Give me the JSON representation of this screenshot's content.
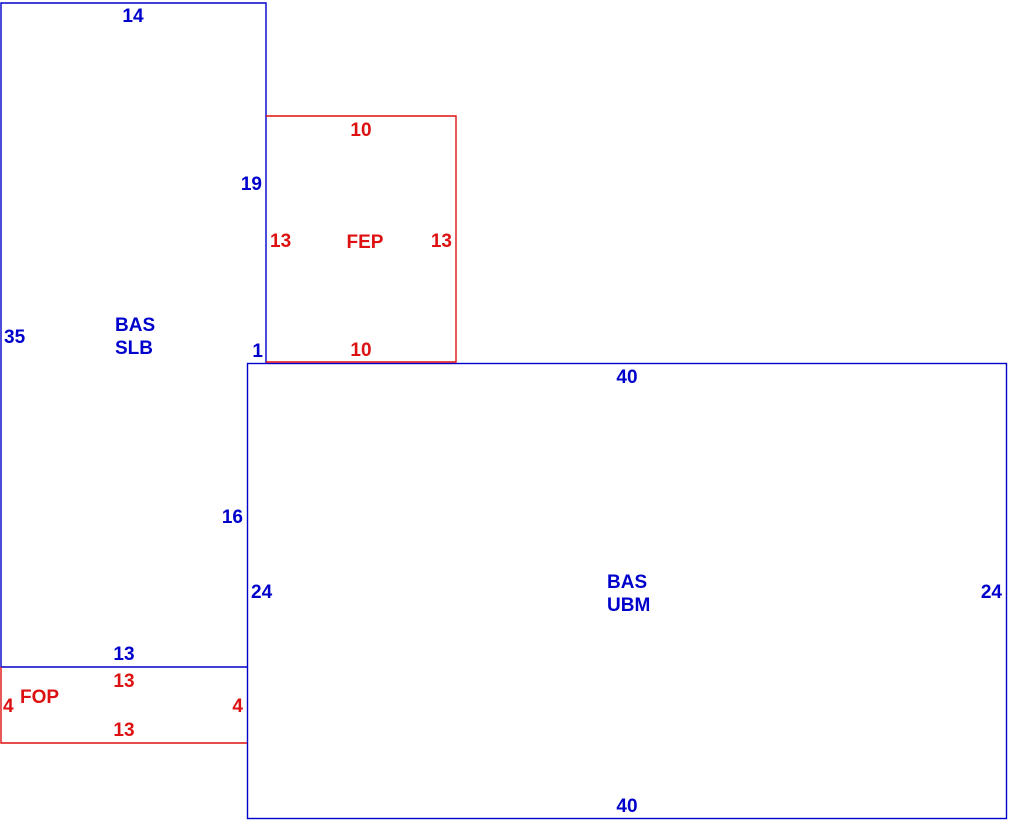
{
  "colors": {
    "living_area": "#0000cc",
    "porch": "#dd1111",
    "background": "#ffffff"
  },
  "slb": {
    "label_line1": "BAS",
    "label_line2": "SLB",
    "dim_top": "14",
    "dim_left": "35",
    "dim_right_upper": "19",
    "dim_right_step": "1",
    "dim_right_lower": "16",
    "dim_bottom": "13"
  },
  "fep": {
    "label": "FEP",
    "dim_top": "10",
    "dim_bottom": "10",
    "dim_left": "13",
    "dim_right": "13"
  },
  "ubm": {
    "label_line1": "BAS",
    "label_line2": "UBM",
    "dim_top": "40",
    "dim_bottom": "40",
    "dim_left": "24",
    "dim_right": "24"
  },
  "fop": {
    "label": "FOP",
    "dim_top": "13",
    "dim_bottom": "13",
    "dim_left": "4",
    "dim_right": "4"
  }
}
